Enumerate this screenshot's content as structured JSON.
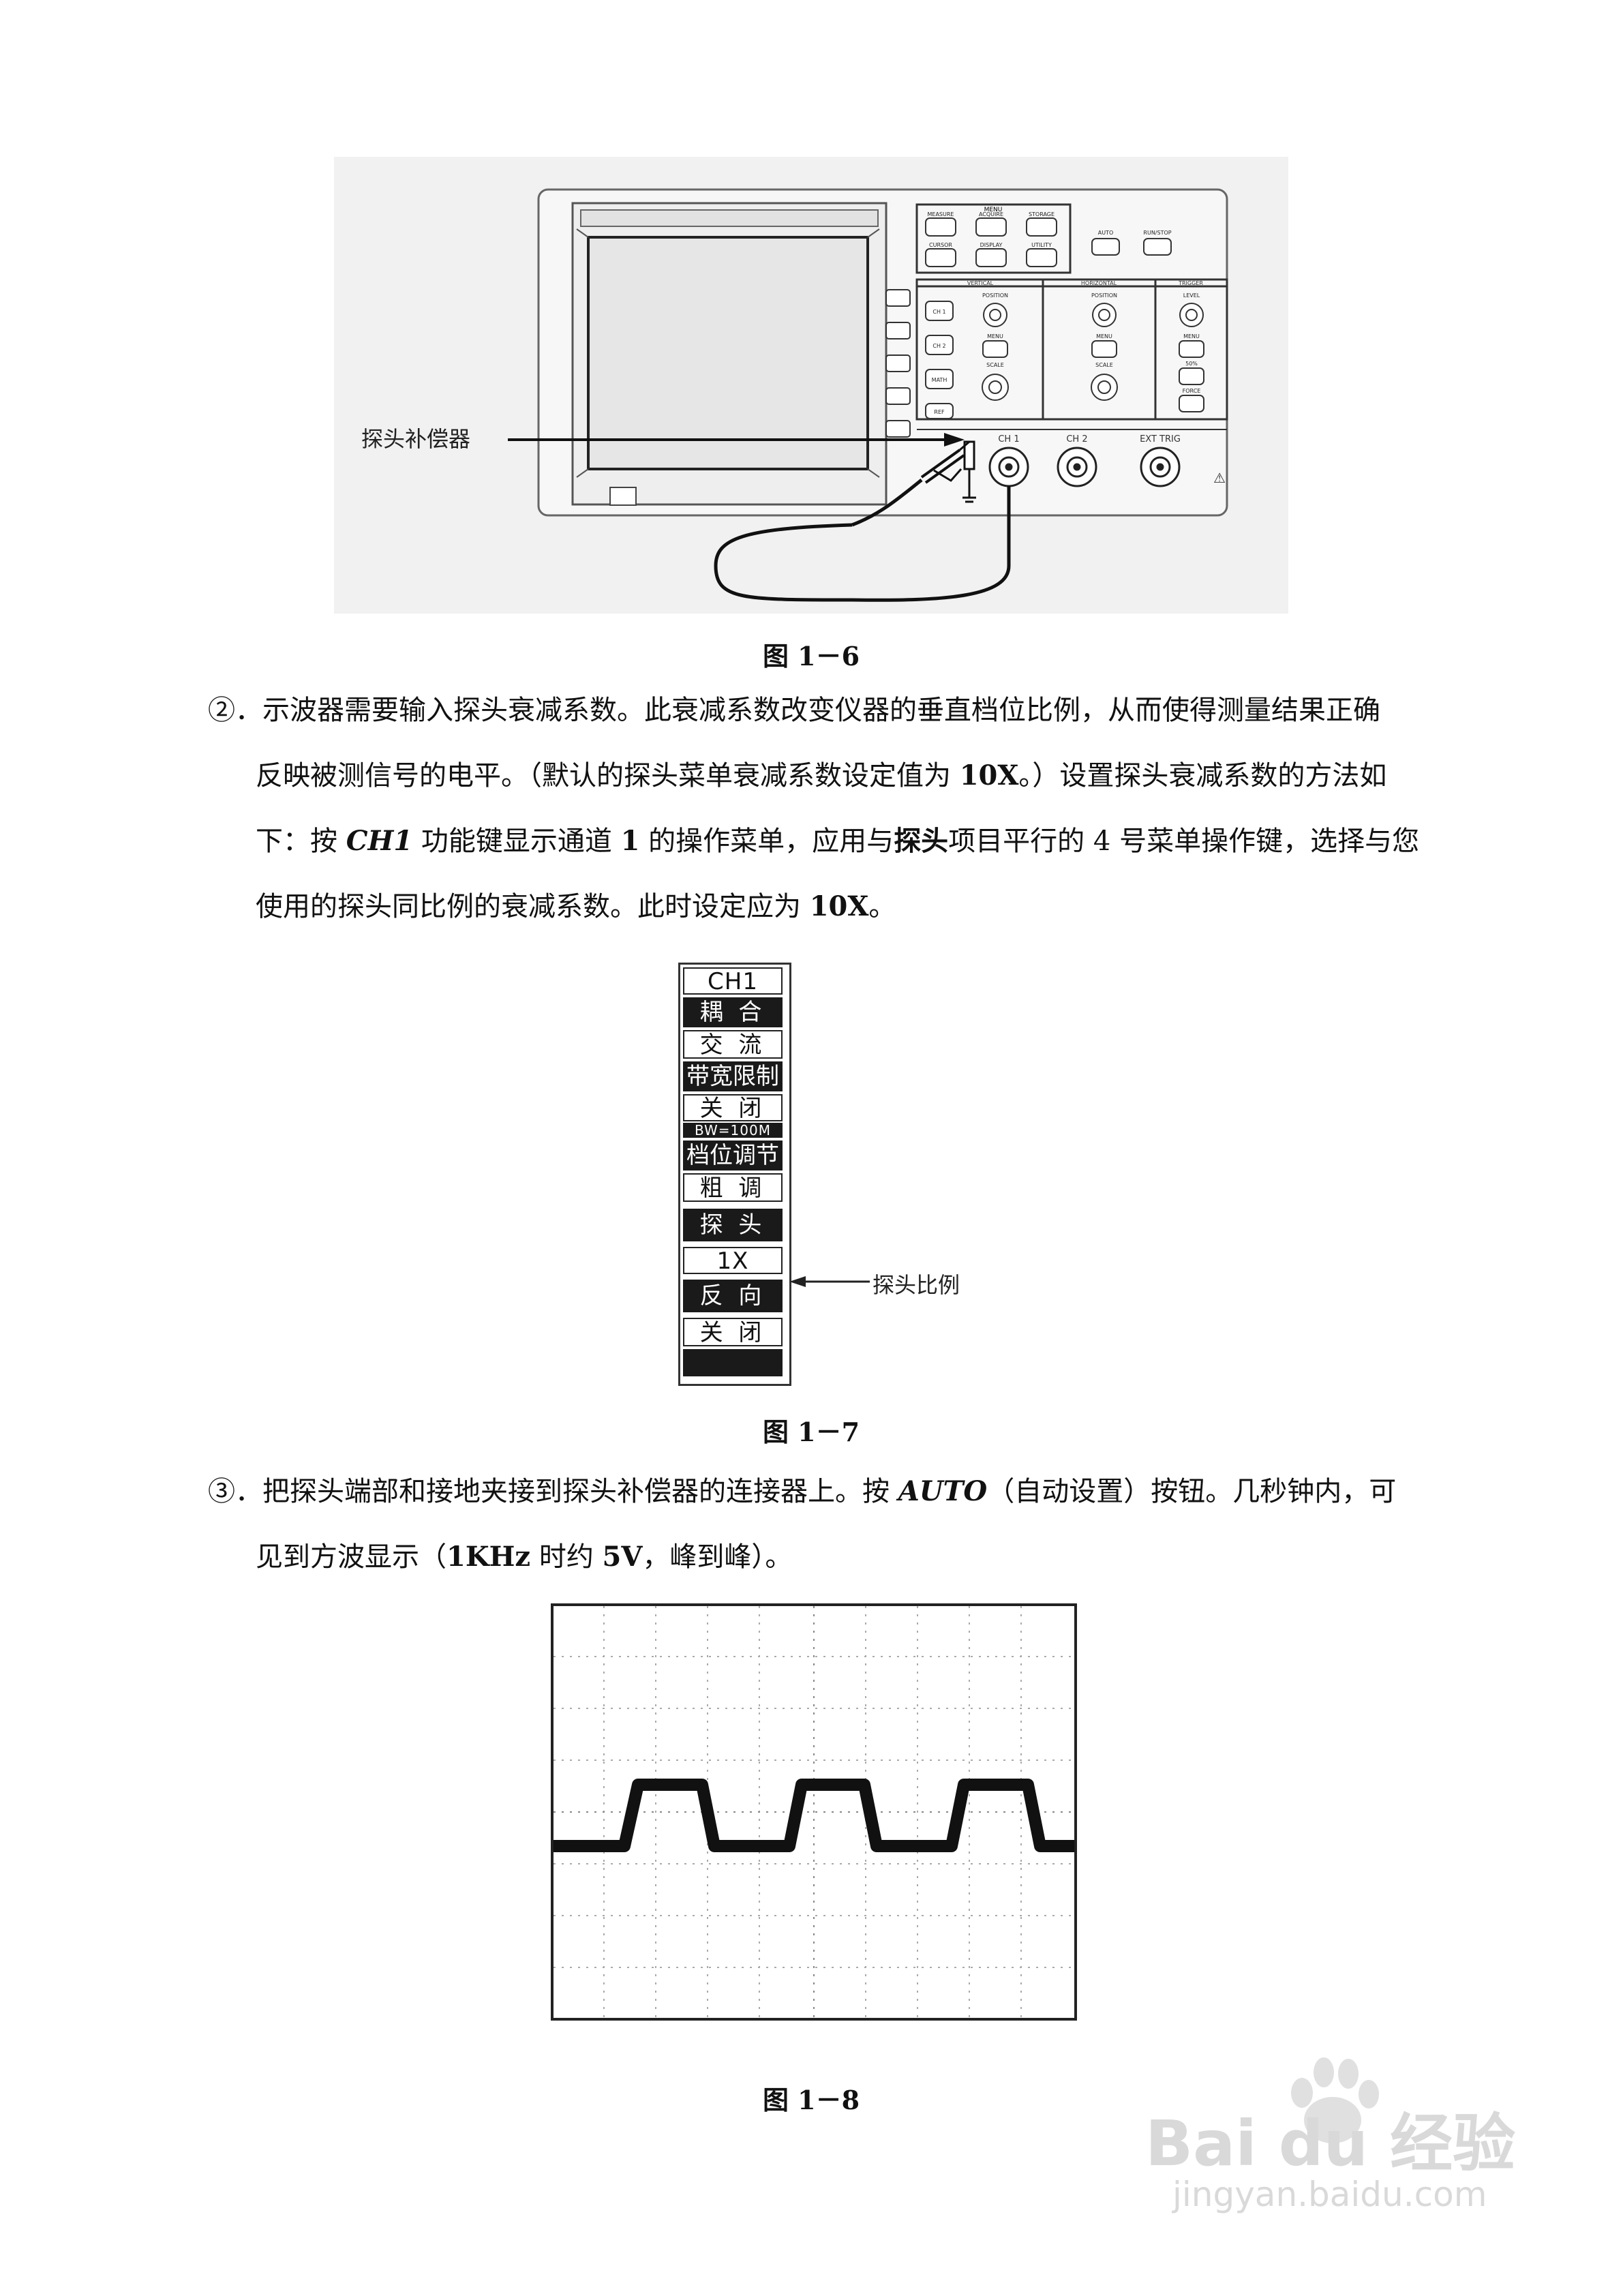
{
  "figure6": {
    "caption": "图 1－6",
    "probe_comp_label": "探头补偿器",
    "panel_labels": {
      "group_menu": "MENU",
      "measure": "MEASURE",
      "acquire": "ACQUIRE",
      "storage": "STORAGE",
      "cursor": "CURSOR",
      "display": "DISPLAY",
      "utility": "UTILITY",
      "auto": "AUTO",
      "run_stop": "RUN/STOP",
      "vertical": "VERTICAL",
      "horizontal": "HORIZONTAL",
      "trigger": "TRIGGER",
      "ch1_btn": "CH 1",
      "ch2_btn": "CH 2",
      "math_btn": "MATH",
      "ref_btn": "REF",
      "position_v": "POSITION",
      "position_h": "POSITION",
      "level": "LEVEL",
      "menu_v": "MENU",
      "menu_h": "MENU",
      "menu_t": "MENU",
      "scale_v": "SCALE",
      "scale_h": "SCALE",
      "trig_50": "50%",
      "force": "FORCE",
      "ch1_jack": "CH 1",
      "ch2_jack": "CH 2",
      "ext_trig": "EXT TRIG"
    }
  },
  "paragraph2": {
    "line1": "②．示波器需要输入探头衰减系数。此衰减系数改变仪器的垂直档位比例，从而使得测量结果正确",
    "line2_a": "反映被测信号的电平。（默认的探头菜单衰减系数设定值为 ",
    "line2_b": "10X",
    "line2_c": "。）设置探头衰减系数的方法如",
    "line3_a": "下：按 ",
    "line3_b": "CH1",
    "line3_c": " 功能键显示通道 ",
    "line3_d": "1",
    "line3_e": " 的操作菜单，应用与",
    "line3_f": "探头",
    "line3_g": "项目平行的 4 号菜单操作键，选择与您",
    "line4_a": "使用的探头同比例的衰减系数。此时设定应为 ",
    "line4_b": "10X",
    "line4_c": "。"
  },
  "figure7": {
    "caption": "图 1－7",
    "side_label": "探头比例",
    "menu": {
      "title": "CH1",
      "coupling_label": "耦 合",
      "coupling_value": "交 流",
      "bw_label": "带宽限制",
      "bw_value": "关 闭",
      "bw_note": "BW=100M",
      "volts_label": "档位调节",
      "volts_value": "粗 调",
      "probe_label": "探 头",
      "probe_value": "1X",
      "invert_label": "反 向",
      "invert_value": "关 闭"
    }
  },
  "paragraph3": {
    "line1_a": "③．把探头端部和接地夹接到探头补偿器的连接器上。按 ",
    "line1_b": "AUTO",
    "line1_c": "（自动设置）按钮。几秒钟内，可",
    "line2_a": "见到方波显示（",
    "line2_b": "1KHz",
    "line2_c": " 时约 ",
    "line2_d": "5V",
    "line2_e": "，峰到峰）。"
  },
  "figure8": {
    "caption": "图 1－8"
  },
  "watermark": {
    "brand": "Bai du 经验",
    "url": "jingyan.baidu.com"
  }
}
